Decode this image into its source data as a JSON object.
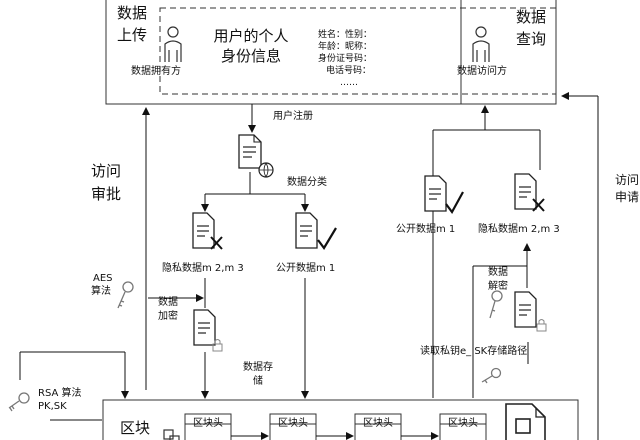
{
  "left_box": {
    "title_line1": "数据",
    "title_line2": "上传",
    "owner_label": "数据拥有方"
  },
  "info_box": {
    "title_line1": "用户的个人",
    "title_line2": "身份信息",
    "fields": [
      "姓名：性别：",
      "年龄：昵称：",
      "身份证号码：",
      "电话号码："
    ],
    "ellipsis": "……"
  },
  "right_box": {
    "title_line1": "数据",
    "title_line2": "查询",
    "visitor_label": "数据访问方"
  },
  "labels": {
    "user_register": "用户注册",
    "data_classify": "数据分类",
    "private_left": "隐私数据m 2,m 3",
    "public_left": "公开数据m 1",
    "public_right": "公开数据m 1",
    "private_right": "隐私数据m 2,m 3",
    "access_line1": "访问",
    "access_line2": "审批",
    "aes_line1": "AES",
    "aes_line2": "算法",
    "encrypt_line1": "数据",
    "encrypt_line2": "加密",
    "store_line1": "数据存",
    "store_line2": "储",
    "decrypt_line1": "数据",
    "decrypt_line2": "解密",
    "read_key": "读取私钥e_ SK存储路径",
    "rsa_line1": "RSA 算法",
    "rsa_line2": "PK,SK",
    "apply_line1": "访问",
    "apply_line2": "申请",
    "chain_label": "区块"
  },
  "blocks": [
    "区块头",
    "区块头",
    "区块头",
    "区块头"
  ]
}
